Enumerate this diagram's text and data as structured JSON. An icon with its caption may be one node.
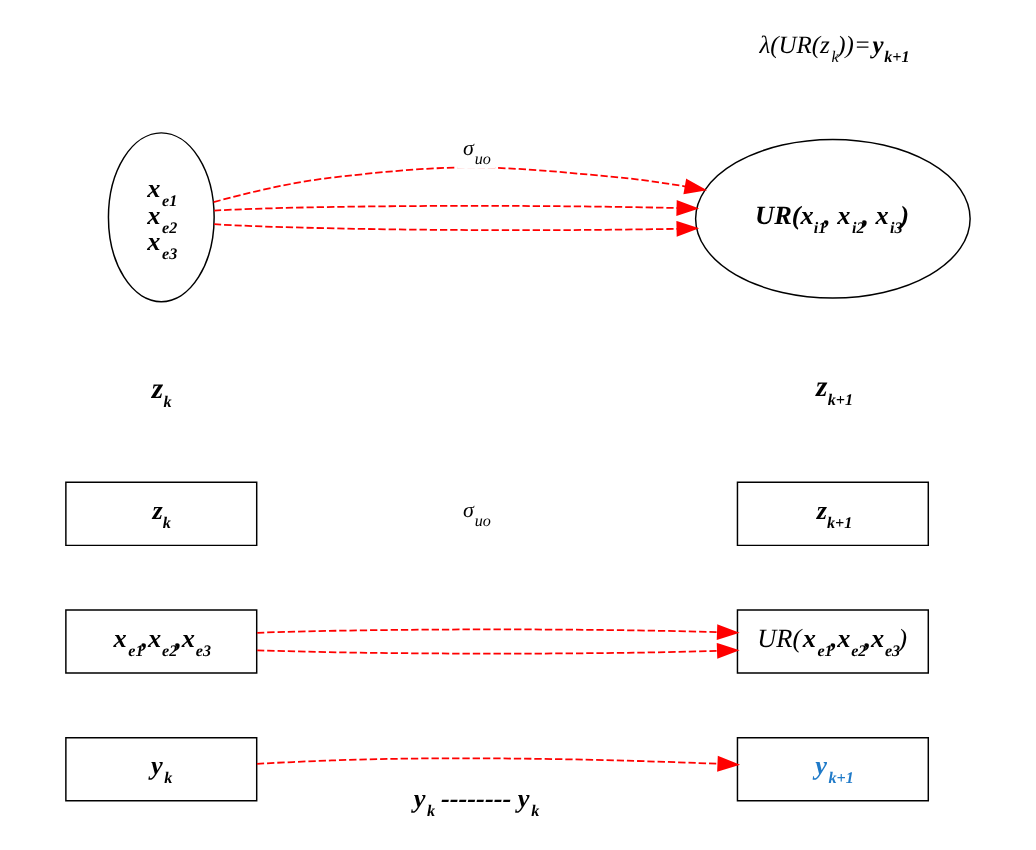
{
  "diagram": {
    "nodes": [
      {
        "text": [
          "x$_{e1}$",
          "x$_{e2}$",
          "x$_{e3}$"
        ],
        "beside": [
          "z$_{k}$"
        ]
      },
      {
        "text": [
          "UR(x$_{i1}$, x$_{i2}$, x$_{i3}$)"
        ],
        "beside": [
          "λ(UR(z$_{k}$))=**y$_{k+1}$**",
          "z$_{k+1}$"
        ]
      },
      {
        "text": [
          "z$_{k}$"
        ]
      },
      {
        "text": [
          "x$_{e1}$,x$_{e2}$,x$_{e3}$"
        ]
      },
      {
        "text": [
          "y$_{k}$"
        ]
      },
      {
        "text": [
          "z$_{k+1}$"
        ]
      },
      {
        "text": [
          "UR(**x$_{e1}$,x$_{e2}$,x$_{e3}$**)"
        ]
      },
      {
        "text": [
          "y$_{k+1}$"
        ]
      }
    ],
    "edges": [
      {
        "from": 0,
        "to": 1,
        "arrow": "to",
        "style": "dashed",
        "color": "#ff0000",
        "label": "σ$_{uo}$"
      },
      {
        "from": 0,
        "to": 1,
        "arrow": "to",
        "style": "dashed",
        "color": "#ff0000"
      },
      {
        "from": 0,
        "to": 1,
        "arrow": "to",
        "style": "dashed",
        "color": "#ff0000"
      },
      {
        "from": 3,
        "to": 6,
        "arrow": "to",
        "style": "dashed",
        "color": "#ff0000"
      },
      {
        "from": 3,
        "to": 6,
        "arrow": "to",
        "style": "dashed",
        "color": "#ff0000"
      },
      {
        "from": 4,
        "to": 7,
        "arrow": "to",
        "style": "dashed",
        "color": "#ff0000"
      }
    ],
    "labels": [
      "σ$_{uo}$",
      "y$_{k}$ -------- y$_{k}$"
    ]
  }
}
